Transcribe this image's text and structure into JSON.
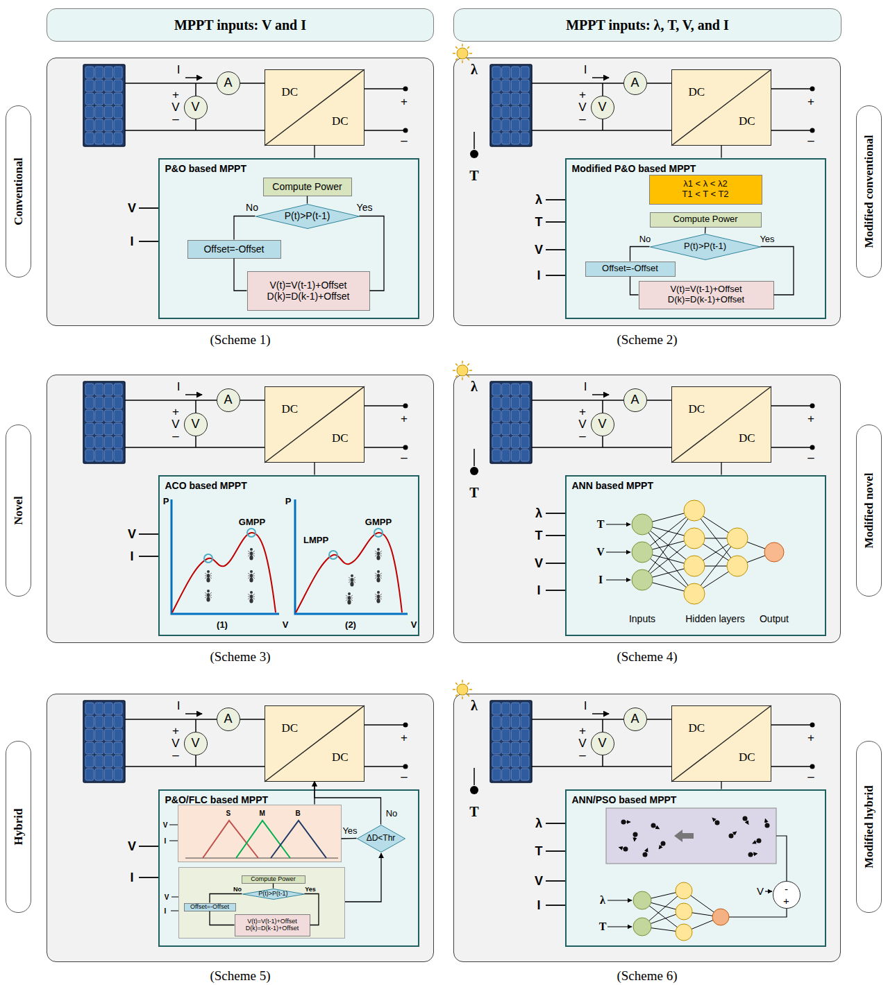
{
  "diagram": {
    "nodes": [
      {
        "text": [
          "MPPT inputs: V and I"
        ]
      },
      {
        "text": [
          "MPPT inputs: λ, T, V, and I"
        ]
      },
      {
        "text": [
          "Conventional"
        ]
      },
      {
        "text": [
          "(Scheme 1)"
        ]
      },
      {
        "text": [
          "A"
        ],
        "in": 3
      },
      {
        "text": [
          "V"
        ],
        "in": 3
      },
      {
        "text": [
          "DC",
          "DC"
        ],
        "in": 3
      },
      {
        "text": [
          "P&O based MPPT"
        ],
        "in": 3
      },
      {
        "text": [
          "Compute Power"
        ],
        "in": 7
      },
      {
        "text": [
          "P(t)>P(t-1)"
        ],
        "in": 7
      },
      {
        "text": [
          "Offset=-Offset"
        ],
        "in": 7
      },
      {
        "text": [
          "V(t)=V(t-1)+Offset",
          "D(k)=D(k-1)+Offset"
        ],
        "in": 7
      },
      {
        "text": [
          "(Scheme 2)"
        ]
      },
      {
        "text": [
          "A"
        ],
        "in": 12
      },
      {
        "text": [
          "V"
        ],
        "in": 12
      },
      {
        "text": [
          "DC",
          "DC"
        ],
        "in": 12
      },
      {
        "text": [
          "Modified P&O based MPPT"
        ],
        "in": 12
      },
      {
        "text": [
          "λ1 < λ < λ2",
          "T1 < T < T2"
        ],
        "in": 16
      },
      {
        "text": [
          "Compute Power"
        ],
        "in": 16
      },
      {
        "text": [
          "P(t)>P(t-1)"
        ],
        "in": 16
      },
      {
        "text": [
          "Offset=-Offset"
        ],
        "in": 16
      },
      {
        "text": [
          "V(t)=V(t-1)+Offset",
          "D(k)=D(k-1)+Offset"
        ],
        "in": 16
      },
      {
        "text": [
          "Modified conventional"
        ]
      },
      {
        "text": [
          "Novel"
        ]
      },
      {
        "text": [
          "(Scheme 3)"
        ]
      },
      {
        "text": [
          "A"
        ],
        "in": 24
      },
      {
        "text": [
          "V"
        ],
        "in": 24
      },
      {
        "text": [
          "DC",
          "DC"
        ],
        "in": 24
      },
      {
        "text": [
          "ACO based MPPT"
        ],
        "in": 24
      },
      {
        "text": [
          "(Scheme 4)"
        ]
      },
      {
        "text": [
          "A"
        ],
        "in": 29
      },
      {
        "text": [
          "V"
        ],
        "in": 29
      },
      {
        "text": [
          "DC",
          "DC"
        ],
        "in": 29
      },
      {
        "text": [
          "ANN based MPPT"
        ],
        "in": 29
      },
      {
        "text": [
          "Modified novel"
        ]
      },
      {
        "text": [
          "Hybrid"
        ]
      },
      {
        "text": [
          "(Scheme 5)"
        ]
      },
      {
        "text": [
          "A"
        ],
        "in": 36
      },
      {
        "text": [
          "V"
        ],
        "in": 36
      },
      {
        "text": [
          "DC",
          "DC"
        ],
        "in": 36
      },
      {
        "text": [
          "P&O/FLC based MPPT"
        ],
        "in": 36
      },
      {
        "text": [
          "S",
          "M",
          "B"
        ],
        "in": 40
      },
      {
        "text": [
          "ΔD<Thr"
        ],
        "in": 40
      },
      {
        "text": [
          "Compute Power"
        ],
        "in": 40
      },
      {
        "text": [
          "P(t)>P(t-1)"
        ],
        "in": 40
      },
      {
        "text": [
          "Offset=-Offset"
        ],
        "in": 40
      },
      {
        "text": [
          "V(t)=V(t-1)+Offset",
          "D(k)=D(k-1)+Offset"
        ],
        "in": 40
      },
      {
        "text": [
          "(Scheme 6)"
        ]
      },
      {
        "text": [
          "A"
        ],
        "in": 47
      },
      {
        "text": [
          "V"
        ],
        "in": 47
      },
      {
        "text": [
          "DC",
          "DC"
        ],
        "in": 47
      },
      {
        "text": [
          "ANN/PSO based MPPT"
        ],
        "in": 47
      },
      {
        "text": [
          "-",
          "+"
        ],
        "in": 51
      },
      {
        "text": [
          "Modified hybrid"
        ]
      }
    ],
    "edges": [
      {
        "from": 6,
        "to": 7,
        "arrow": "none"
      },
      {
        "from": 8,
        "to": 9,
        "arrow": "none"
      },
      {
        "from": 9,
        "to": 10,
        "label": "No",
        "arrow": "none"
      },
      {
        "from": 10,
        "to": 11,
        "arrow": "none"
      },
      {
        "from": 9,
        "to": 11,
        "label": "Yes",
        "arrow": "none"
      },
      {
        "from": 15,
        "to": 16,
        "arrow": "none"
      },
      {
        "from": 18,
        "to": 19,
        "arrow": "none"
      },
      {
        "from": 19,
        "to": 20,
        "label": "No",
        "arrow": "none"
      },
      {
        "from": 20,
        "to": 21,
        "arrow": "none"
      },
      {
        "from": 19,
        "to": 21,
        "label": "Yes",
        "arrow": "none"
      },
      {
        "from": 27,
        "to": 28,
        "arrow": "none"
      },
      {
        "from": 32,
        "to": 33,
        "arrow": "none"
      },
      {
        "from": 42,
        "to": 41,
        "label": "Yes",
        "arrow": "none"
      },
      {
        "from": 42,
        "to": 39,
        "label": "No",
        "arrow": "to"
      },
      {
        "from": 41,
        "to": 39,
        "arrow": "to"
      },
      {
        "from": 43,
        "to": 44,
        "arrow": "none"
      },
      {
        "from": 44,
        "to": 45,
        "label": "No",
        "arrow": "none"
      },
      {
        "from": 45,
        "to": 46,
        "arrow": "none"
      },
      {
        "from": 44,
        "to": 46,
        "label": "Yes",
        "arrow": "none"
      },
      {
        "from": 50,
        "to": 51,
        "arrow": "none"
      }
    ],
    "labels": [
      "I",
      "+",
      "V",
      "–",
      "+",
      "–",
      "V",
      "I",
      "λ",
      "T",
      "I",
      "+",
      "V",
      "–",
      "+",
      "–",
      "λ",
      "T",
      "V",
      "I",
      "I",
      "+",
      "V",
      "–",
      "+",
      "–",
      "V",
      "I",
      "P",
      "GMPP",
      "(1)",
      "V",
      "P",
      "LMPP",
      "GMPP",
      "(2)",
      "V",
      "λ",
      "T",
      "I",
      "+",
      "V",
      "–",
      "+",
      "–",
      "λ",
      "T",
      "V",
      "I",
      "T",
      "V",
      "I",
      "Inputs",
      "Hidden layers",
      "Output",
      "I",
      "+",
      "V",
      "–",
      "+",
      "–",
      "V",
      "I",
      "V",
      "I",
      "V",
      "I",
      "λ",
      "T",
      "I",
      "+",
      "V",
      "–",
      "+",
      "–",
      "λ",
      "T",
      "V",
      "I",
      "λ",
      "T",
      "V"
    ]
  }
}
